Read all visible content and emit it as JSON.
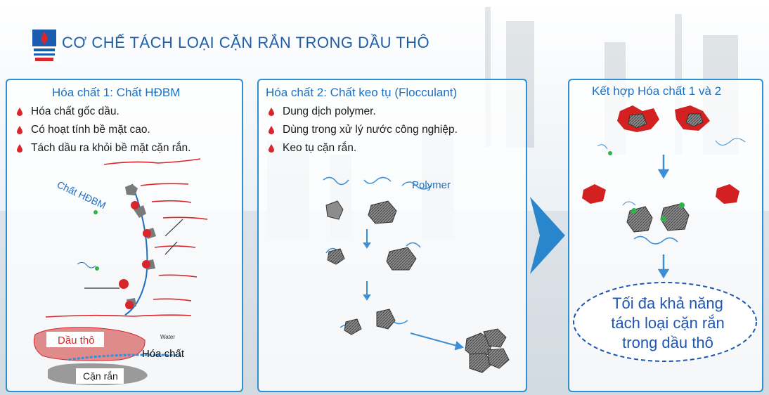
{
  "title": "CƠ CHẾ TÁCH LOẠI CẶN RẮN TRONG DẦU THÔ",
  "colors": {
    "accent": "#2f8fd0",
    "title": "#1f5ea8",
    "oil": "#e07a7a",
    "flocc": "#d32020",
    "polymer": "#3a8fd6"
  },
  "panel1": {
    "title": "Hóa chất 1: Chất HĐBM",
    "bullets": [
      "Hóa chất gốc dầu.",
      "Có hoạt tính bề mặt cao.",
      "Tách dầu ra khỏi bề mặt cặn rắn."
    ],
    "curve_label": "Chất HĐBM",
    "oil_label": "Dầu thô",
    "water_label": "Water",
    "chemical_label": "Hóa chất",
    "solid_label": "Cặn rắn"
  },
  "panel2": {
    "title": "Hóa chất 2: Chất keo tụ (Flocculant)",
    "bullets": [
      "Dung dịch polymer.",
      "Dùng trong xử lý nước công nghiệp.",
      "Keo tụ cặn rắn."
    ],
    "polymer_label": "Polymer"
  },
  "panel3": {
    "title": "Kết hợp Hóa chất 1 và 2",
    "result_lines": [
      "Tối đa khả năng",
      "tách loại cặn rắn",
      "trong dầu thô"
    ]
  },
  "icons": [
    "logo-icon",
    "red-drop-icon",
    "arrow-right-icon",
    "arrow-down-icon"
  ]
}
